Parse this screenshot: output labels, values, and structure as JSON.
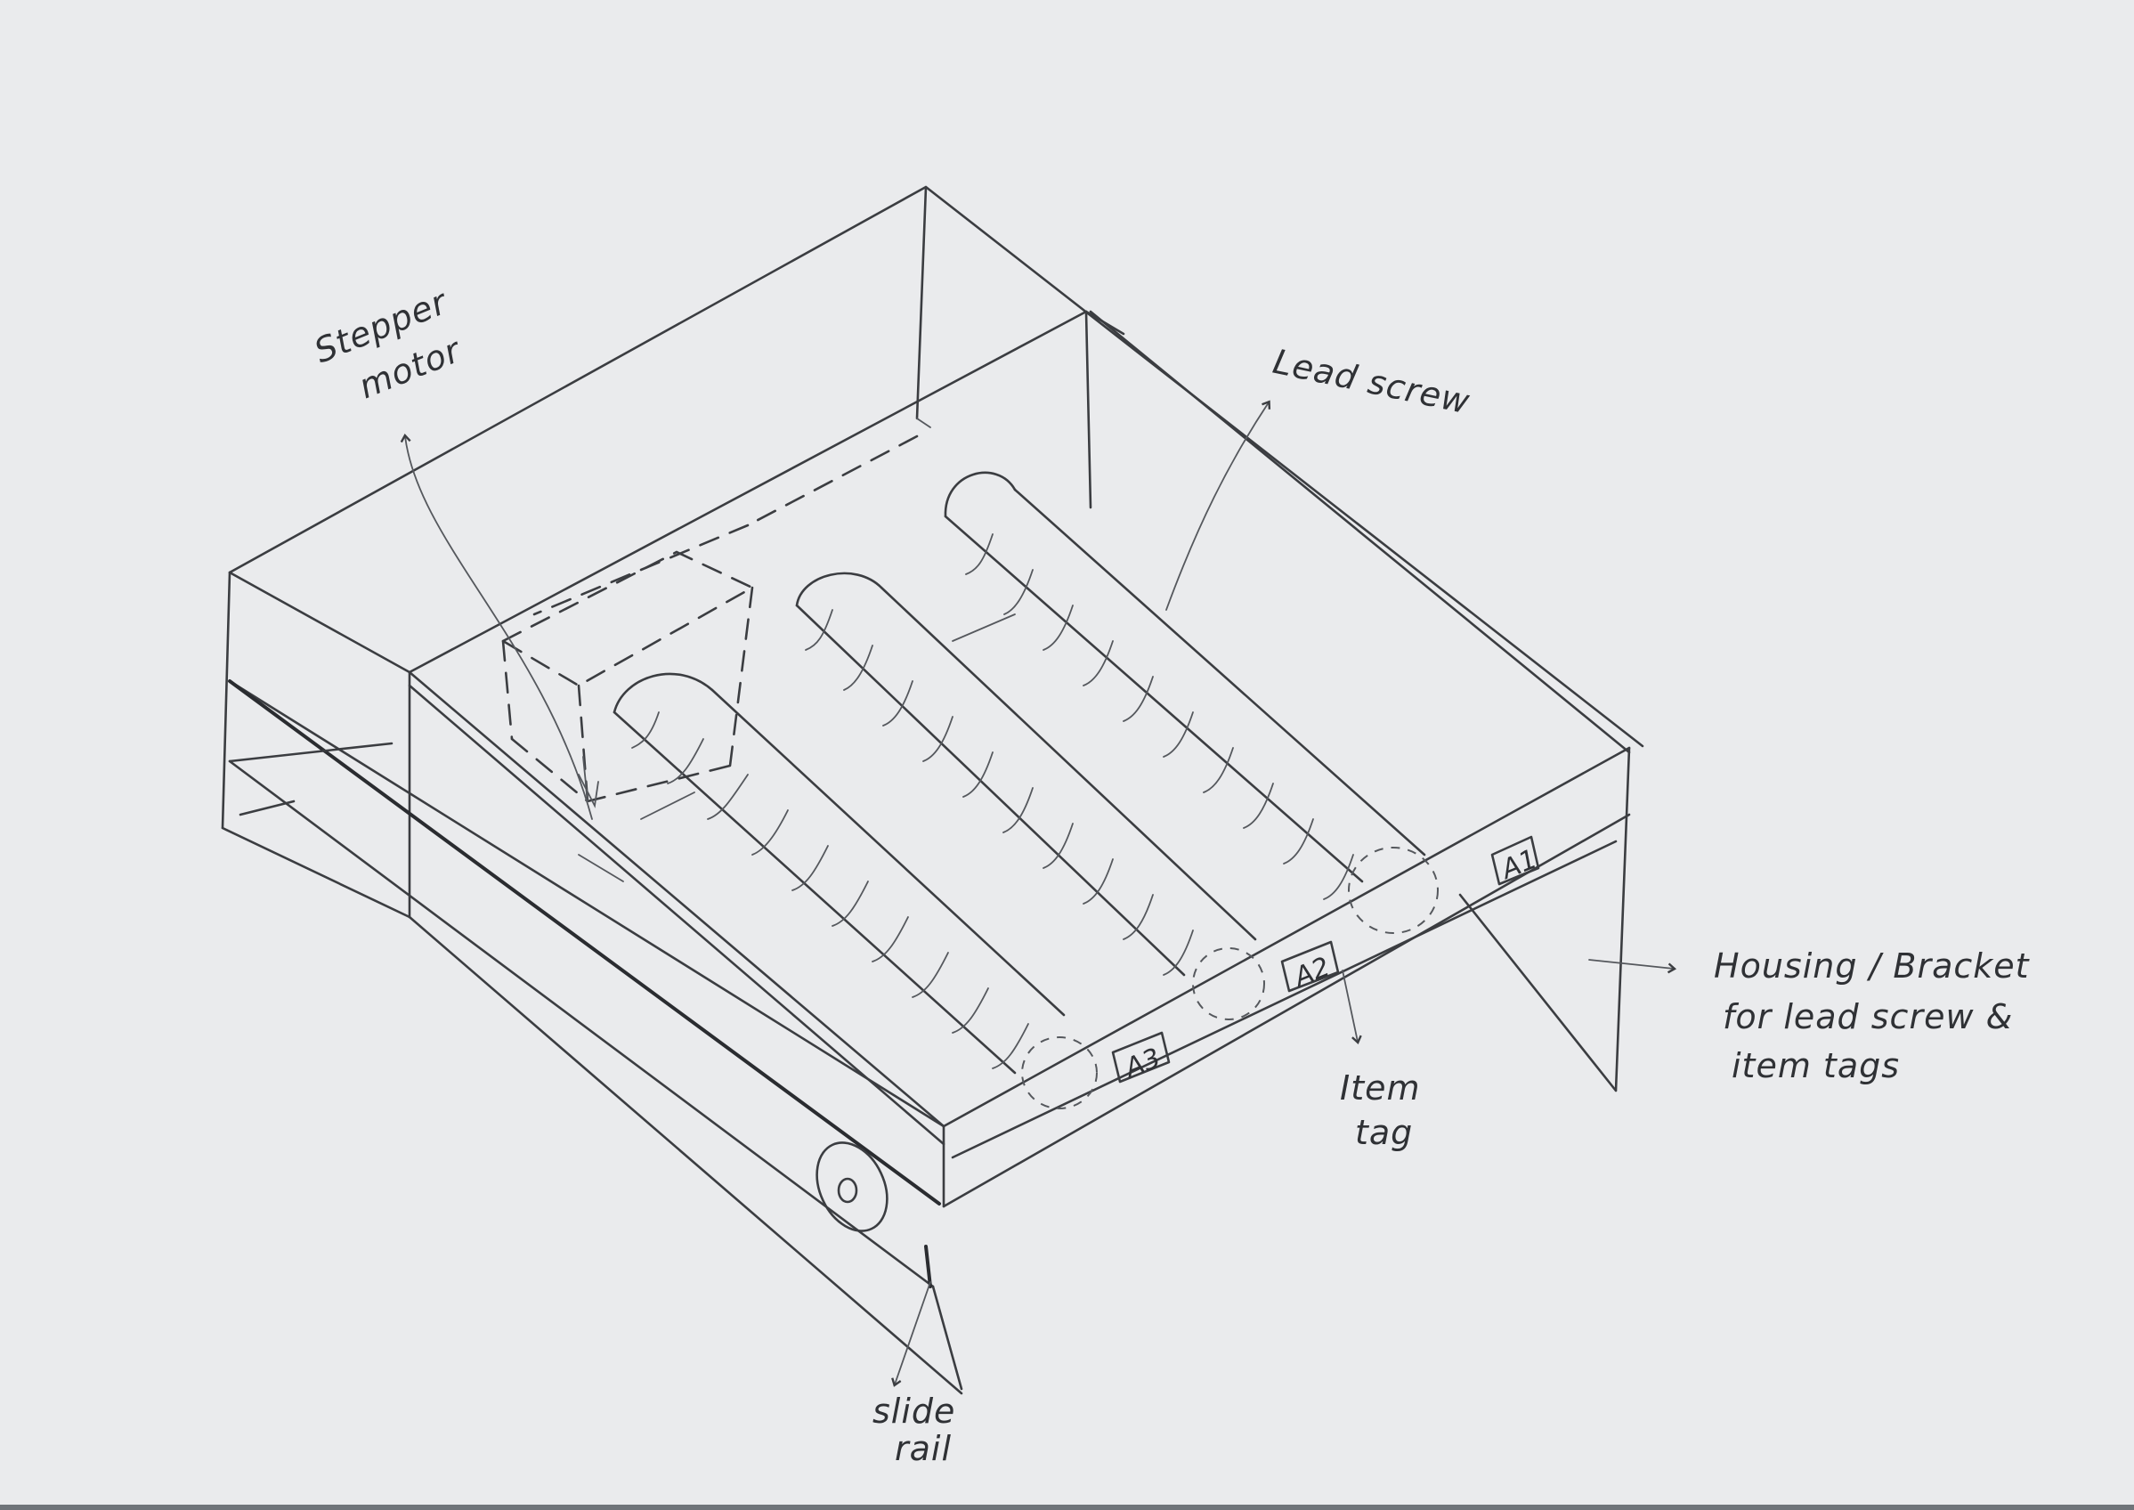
{
  "labels": {
    "stepper_line1": "Stepper",
    "stepper_line2": "motor",
    "lead_screw": "Lead screw",
    "housing_line1": "Housing / Bracket",
    "housing_line2": "for lead screw &",
    "housing_line3": "item tags",
    "item_tag_line1": "Item",
    "item_tag_line2": "tag",
    "slide_rail_line1": "slide",
    "slide_rail_line2": "rail"
  },
  "tags": [
    "A1",
    "A2",
    "A3"
  ],
  "colors": {
    "paper": "#eaebed",
    "pencil": "#3b3d41",
    "background": "#6f7479"
  }
}
